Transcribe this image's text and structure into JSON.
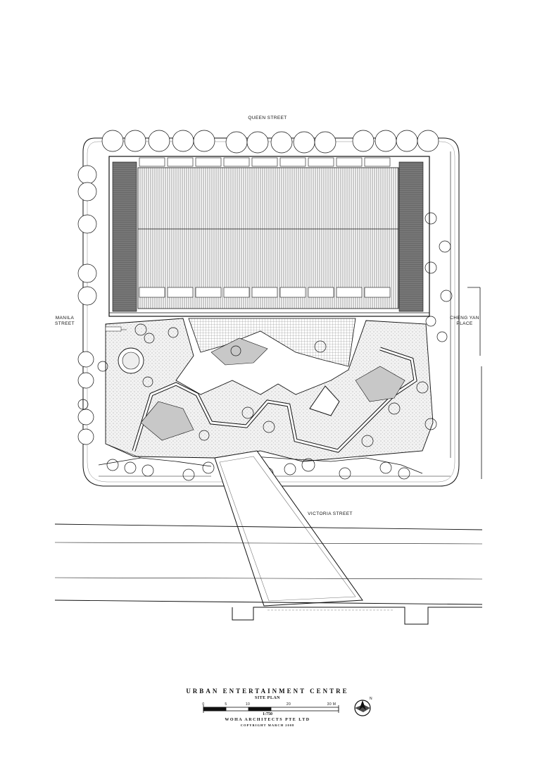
{
  "streets": {
    "queen": "QUEEN STREET",
    "manila_line1": "MANILA",
    "manila_line2": "STREET",
    "cheng_line1": "CHENG YAN",
    "cheng_line2": "PLACE",
    "victoria": "VICTORIA STREET"
  },
  "title_block": {
    "project": "URBAN ENTERTAINMENT CENTRE",
    "drawing": "SITE PLAN",
    "scale_ticks": [
      "0",
      "5",
      "10",
      "20",
      "30 M"
    ],
    "scale_ratio": "1:750",
    "firm": "WOHA ARCHITECTS PTE LTD",
    "copyright": "COPYRIGHT MARCH 2008",
    "north": "N"
  },
  "style": {
    "ink": "#111111",
    "hatch": "#555555",
    "paving": "#bdbdbd"
  }
}
